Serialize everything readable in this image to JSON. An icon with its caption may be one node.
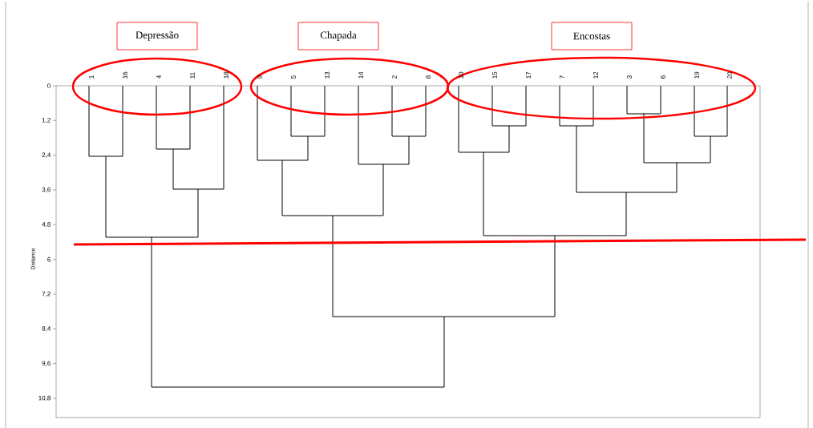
{
  "diagram": {
    "nodes": [
      {
        "text": [
          "Depressão"
        ]
      },
      {
        "text": [
          "Chapada"
        ]
      },
      {
        "text": [
          "Encostas"
        ]
      }
    ],
    "labels": [
      "1",
      "16",
      "4",
      "11",
      "18",
      "9",
      "5",
      "13",
      "14",
      "2",
      "8",
      "10",
      "15",
      "17",
      "7",
      "12",
      "3",
      "6",
      "19",
      "20",
      "0",
      "1,2",
      "2,4",
      "3,6",
      "4,8",
      "6",
      "7,2",
      "8,4",
      "9,6",
      "10,8",
      "Distance"
    ]
  }
}
